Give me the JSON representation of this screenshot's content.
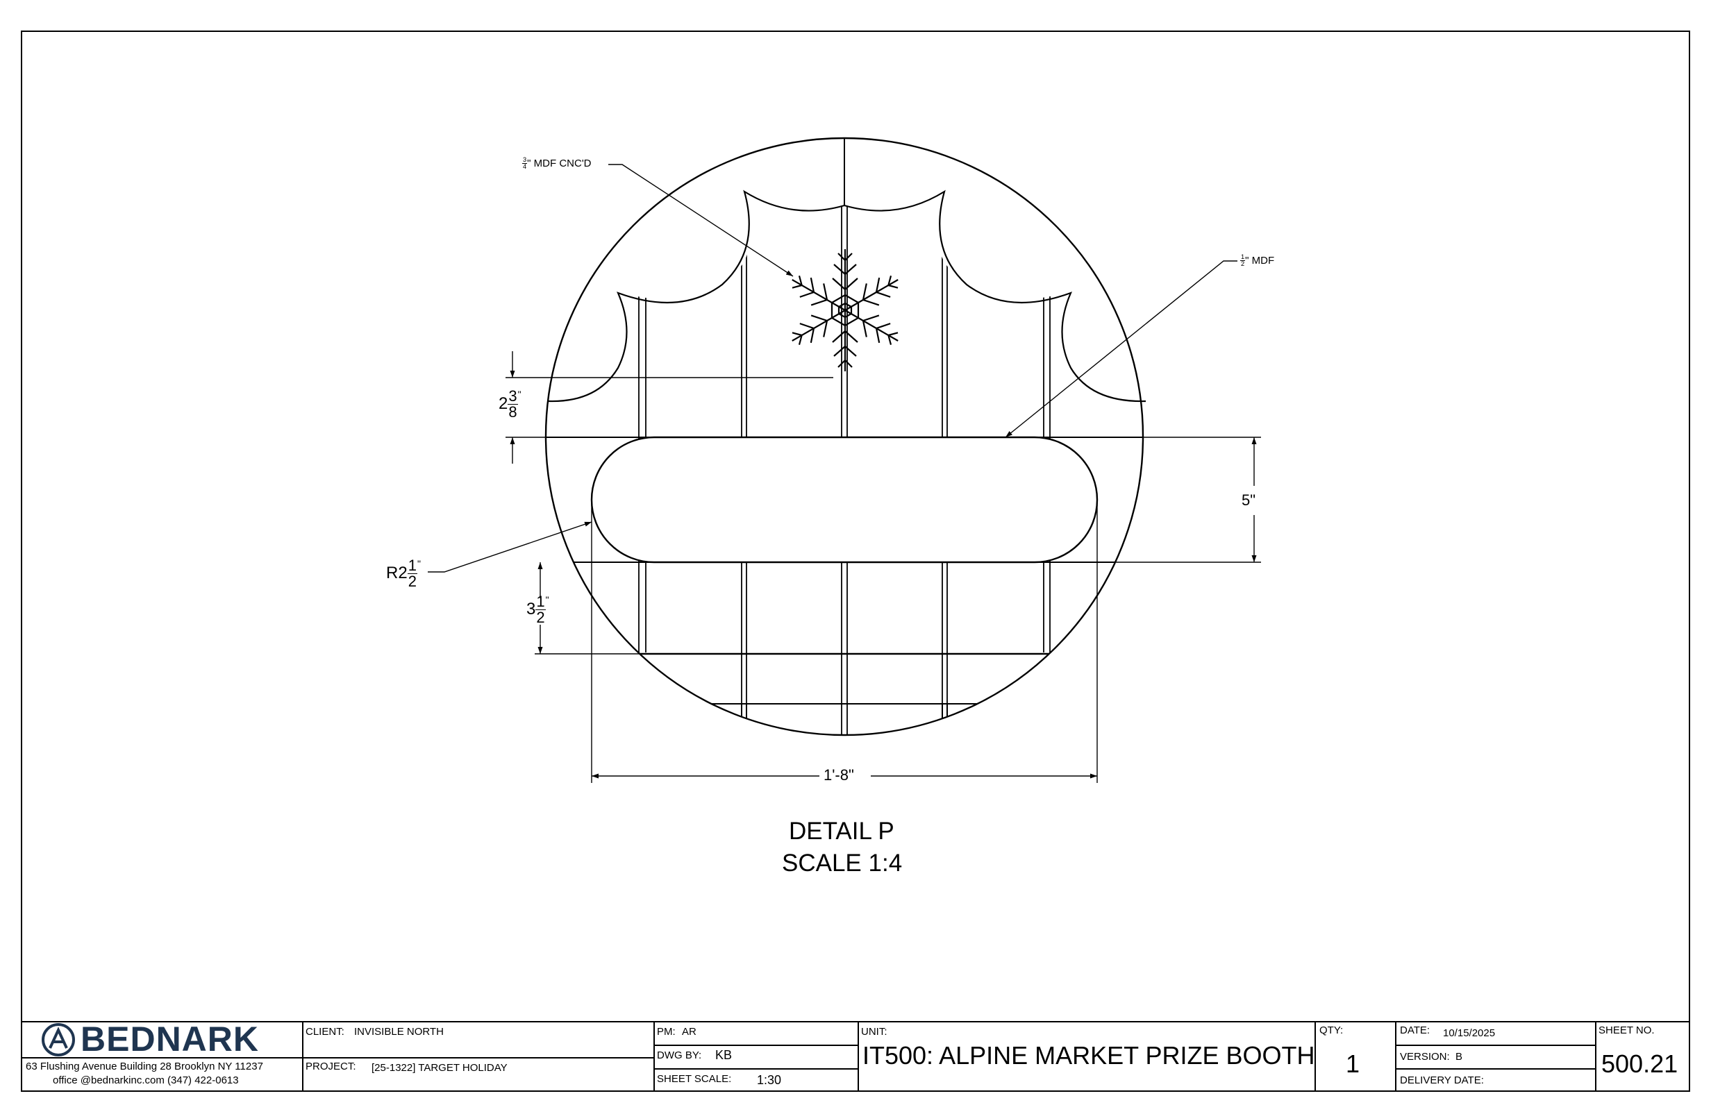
{
  "drawing": {
    "detail_title": "DETAIL P",
    "detail_scale": "SCALE 1:4",
    "callouts": {
      "mdf_cnc": {
        "frac_num": "3",
        "frac_den": "4",
        "text": "\" MDF CNC'D"
      },
      "mdf_half": {
        "frac_num": "1",
        "frac_den": "2",
        "text": "\" MDF"
      }
    },
    "dimensions": {
      "top_gap": {
        "whole": "2",
        "num": "3",
        "den": "8",
        "unit": "\""
      },
      "slot_height": "5\"",
      "radius": {
        "prefix": "R2",
        "num": "1",
        "den": "2",
        "unit": "\""
      },
      "bottom_gap": {
        "whole": "3",
        "num": "1",
        "den": "2",
        "unit": "\""
      },
      "overall_width": "1'-8\""
    }
  },
  "title_block": {
    "logo_text": "BEDNARK",
    "address_line1": "63 Flushing Avenue Building 28 Brooklyn NY 11237",
    "address_line2": "office @bednarkinc.com   (347) 422-0613",
    "client_label": "CLIENT:",
    "client_value": "INVISIBLE NORTH",
    "project_label": "PROJECT:",
    "project_value": "[25-1322] TARGET HOLIDAY",
    "pm_label": "PM:",
    "pm_value": "AR",
    "dwg_by_label": "DWG BY:",
    "dwg_by_value": "KB",
    "sheet_scale_label": "SHEET SCALE:",
    "sheet_scale_value": "1:30",
    "unit_label": "UNIT:",
    "unit_value": "IT500: ALPINE MARKET PRIZE BOOTH",
    "qty_label": "QTY:",
    "qty_value": "1",
    "date_label": "DATE:",
    "date_value": "10/15/2025",
    "version_label": "VERSION:",
    "version_value": "B",
    "delivery_label": "DELIVERY DATE:",
    "delivery_value": "",
    "sheet_no_label": "SHEET NO.",
    "sheet_no_value": "500.21"
  }
}
